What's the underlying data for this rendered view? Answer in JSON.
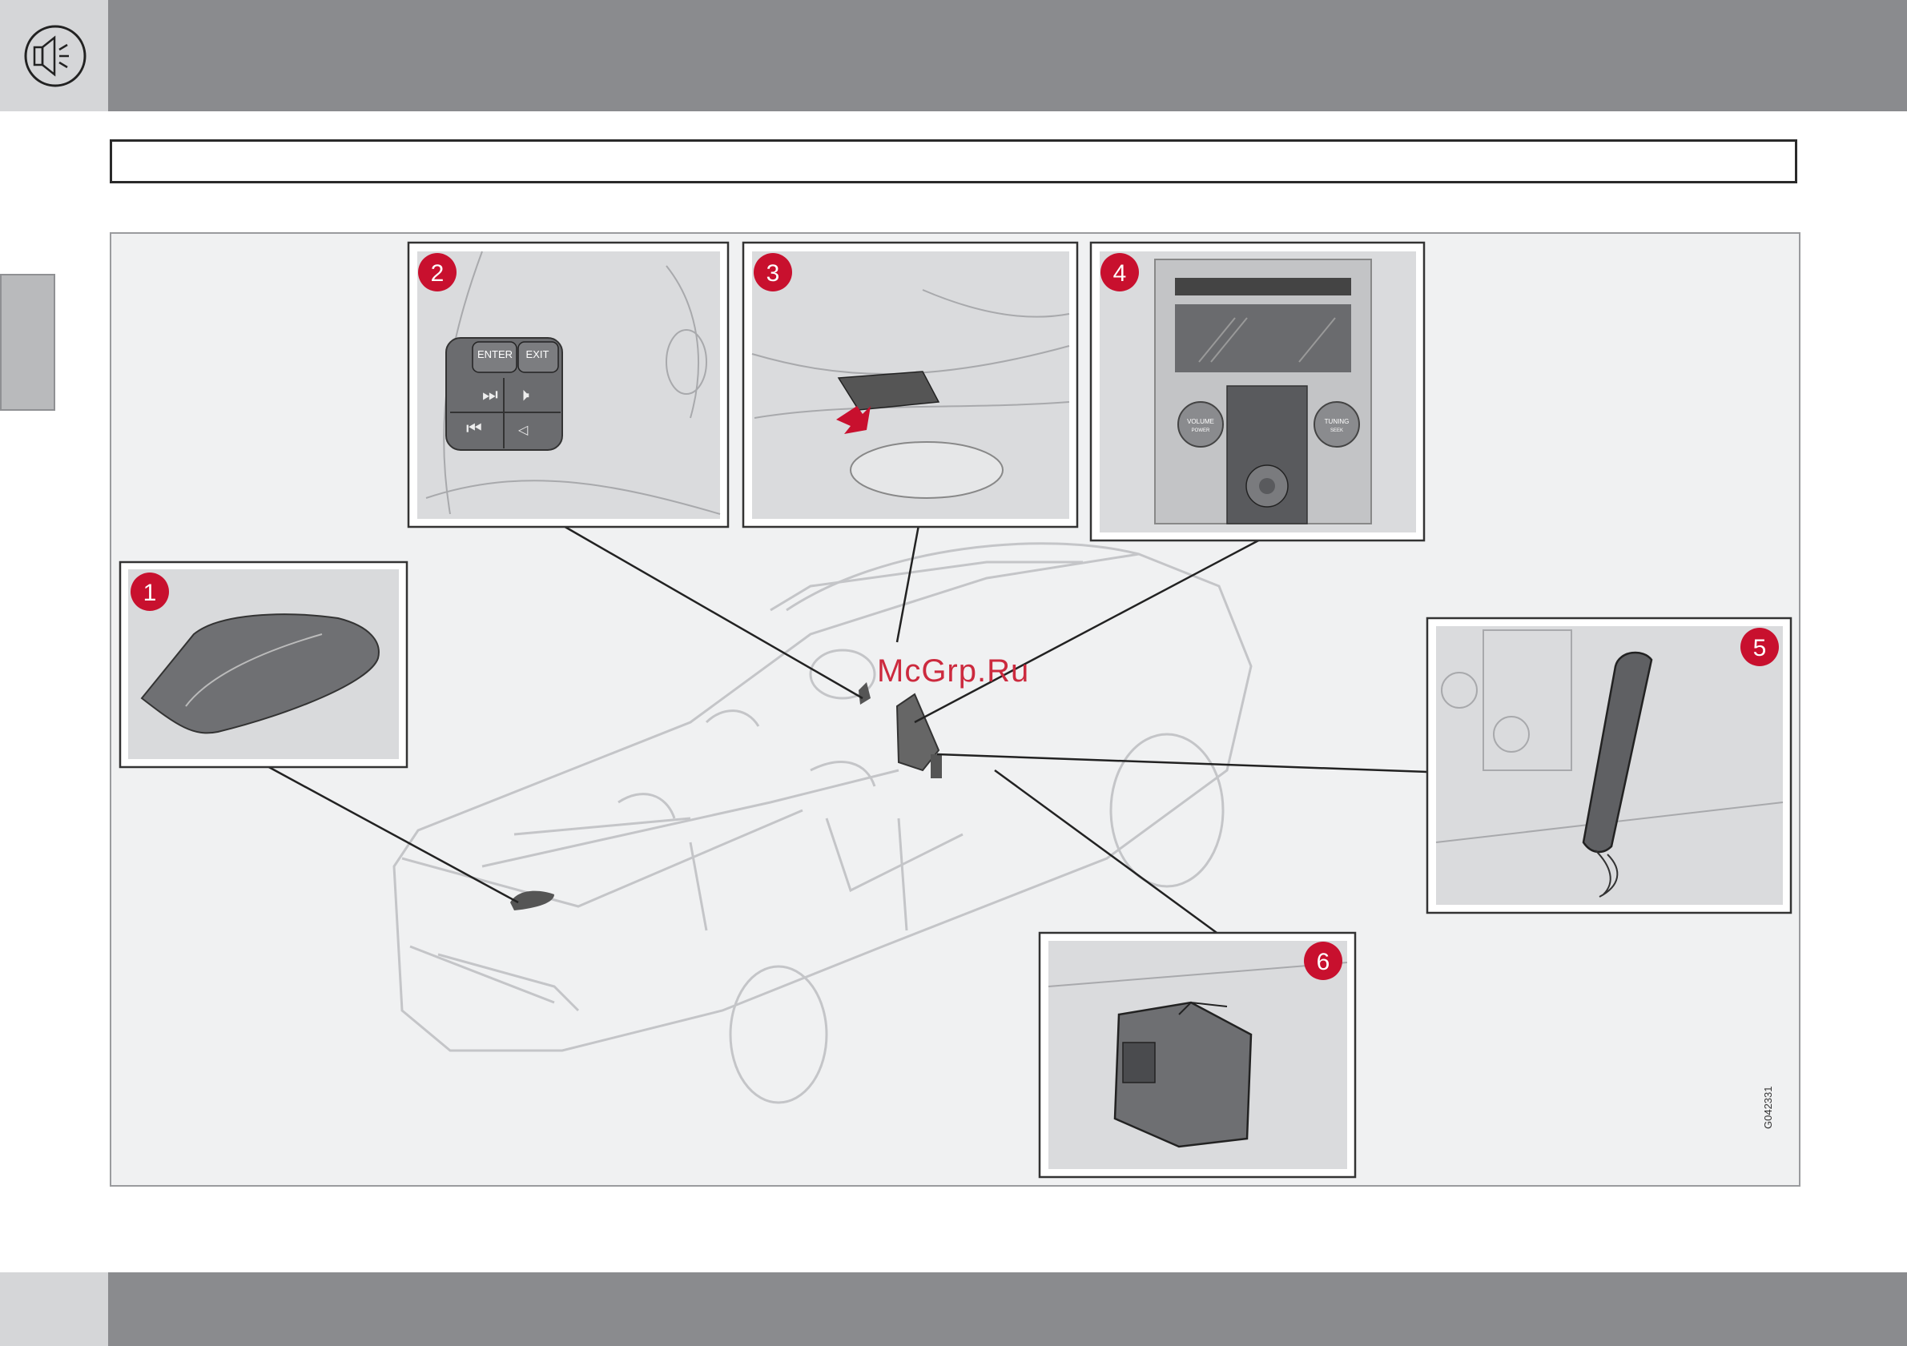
{
  "header": {
    "icon": "speaker-icon"
  },
  "illustration": {
    "watermark": "McGrp.Ru",
    "figure_code": "G042331",
    "callouts": [
      {
        "number": "1",
        "part": "roof-antenna"
      },
      {
        "number": "2",
        "part": "steering-wheel-keypad"
      },
      {
        "number": "3",
        "part": "microphone"
      },
      {
        "number": "4",
        "part": "center-console-control-panel"
      },
      {
        "number": "5",
        "part": "handset"
      },
      {
        "number": "6",
        "part": "phone-module"
      }
    ],
    "steering_keys": {
      "enter": "ENTER",
      "exit": "EXIT"
    },
    "console_knobs": {
      "volume": "VOLUME",
      "volume_sub": "POWER",
      "tuning": "TUNING",
      "tuning_sub": "SEEK"
    }
  },
  "colors": {
    "header": "#8a8b8e",
    "accent": "#c8102e",
    "panel_bg": "#d9dadc"
  }
}
